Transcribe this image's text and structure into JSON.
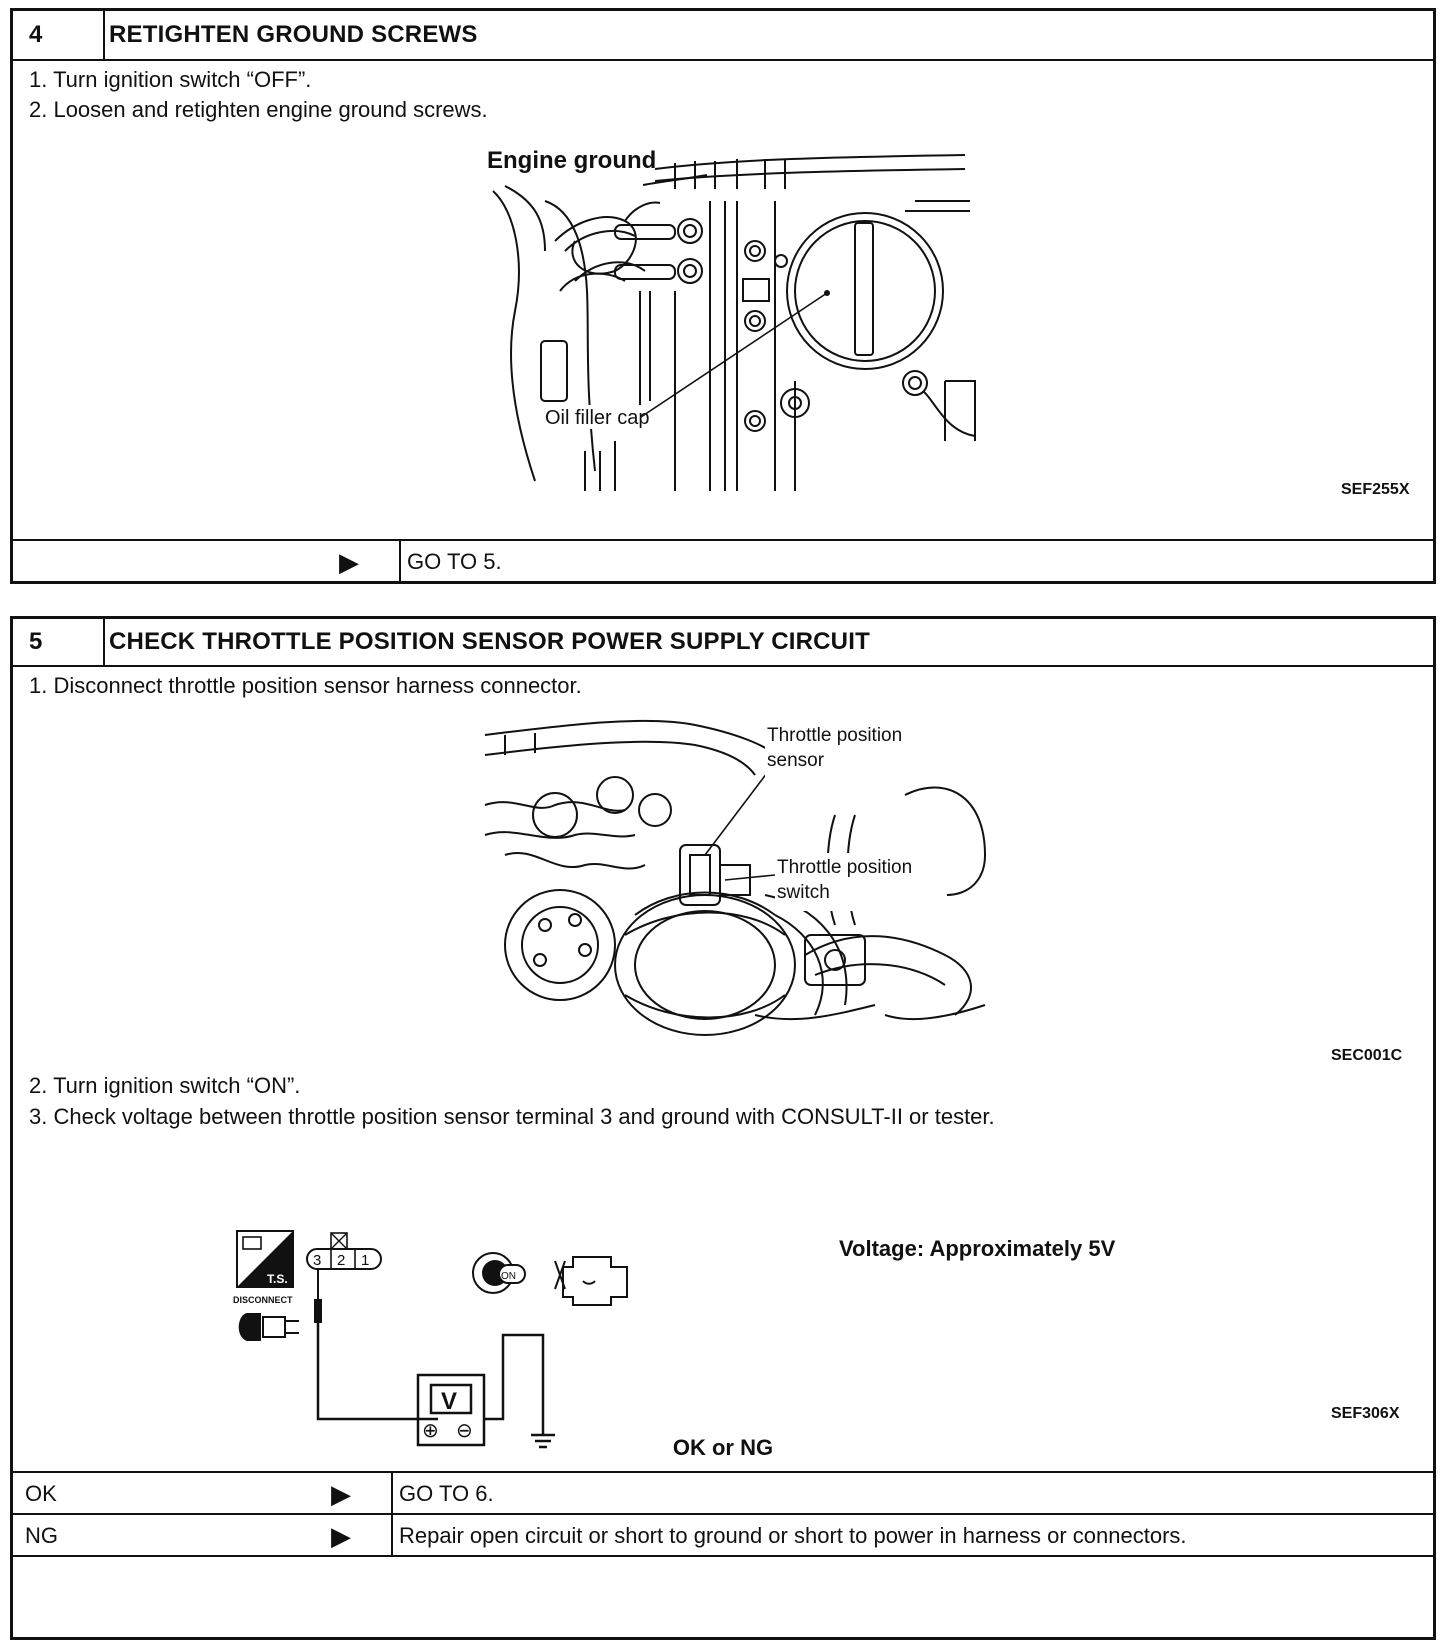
{
  "step4": {
    "number": "4",
    "title": "RETIGHTEN GROUND SCREWS",
    "instructions": [
      "1.  Turn ignition switch “OFF”.",
      "2.  Loosen and retighten engine ground screws."
    ],
    "figure": {
      "label_engine_ground": "Engine ground",
      "label_oil_filler_cap": "Oil filler cap",
      "code": "SEF255X"
    },
    "result": {
      "arrow": "▶",
      "action": "GO TO 5."
    }
  },
  "step5": {
    "number": "5",
    "title": "CHECK THROTTLE POSITION SENSOR POWER SUPPLY CIRCUIT",
    "instruction_1": "1.  Disconnect throttle position sensor harness connector.",
    "figure1": {
      "label_tps_line1": "Throttle position",
      "label_tps_line2": "sensor",
      "label_tpsw_line1": "Throttle position",
      "label_tpsw_line2": "switch",
      "code": "SEC001C"
    },
    "instructions_2": [
      "2.  Turn ignition switch “ON”.",
      "3.  Check voltage between throttle position sensor terminal 3 and ground with CONSULT-II or tester."
    ],
    "figure2": {
      "ts_label": "T.S.",
      "disconnect_label": "DISCONNECT",
      "terminals": [
        "3",
        "2",
        "1"
      ],
      "meter_label": "V",
      "meter_plus": "⊕",
      "meter_minus": "⊖",
      "ignition_label": "ON",
      "voltage_text": "Voltage: Approximately 5V",
      "code": "SEF306X"
    },
    "ok_or_ng": "OK or NG",
    "results": [
      {
        "label": "OK",
        "arrow": "▶",
        "action": "GO TO 6."
      },
      {
        "label": "NG",
        "arrow": "▶",
        "action": "Repair open circuit or short to ground or short to power in harness or connectors."
      }
    ]
  }
}
